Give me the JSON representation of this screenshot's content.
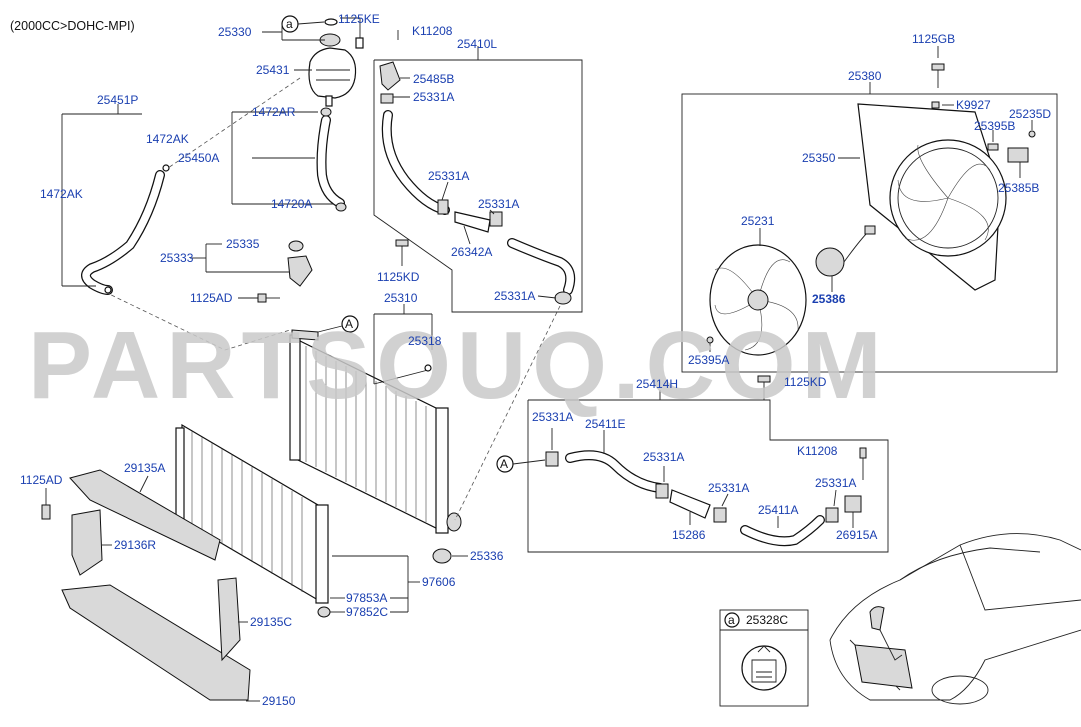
{
  "header": {
    "engine": "(2000CC>DOHC-MPI)"
  },
  "watermark": {
    "text": "PARTSOUQ.COM"
  },
  "ref_marks": {
    "a": "a",
    "A": "A"
  },
  "legend": {
    "circle": "a",
    "part": "25328C"
  },
  "labels": {
    "p25330": "25330",
    "p1125KE": "1125KE",
    "pK11208_top": "K11208",
    "p25410L": "25410L",
    "p25431": "25431",
    "p25485B": "25485B",
    "p25331A_1": "25331A",
    "p25451P": "25451P",
    "p1472AR": "1472AR",
    "p1472AK_1": "1472AK",
    "p25450A": "25450A",
    "p1472AK_2": "1472AK",
    "p14720A": "14720A",
    "p25331A_2": "25331A",
    "p25331A_3": "25331A",
    "p26342A": "26342A",
    "p25335": "25335",
    "p25333": "25333",
    "p1125KD_1": "1125KD",
    "p1125AD_1": "1125AD",
    "p25331A_4": "25331A",
    "p25310": "25310",
    "p25318": "25318",
    "p1125GB": "1125GB",
    "p25380": "25380",
    "pK9927": "K9927",
    "p25235D": "25235D",
    "p25395B": "25395B",
    "p25350": "25350",
    "p25385B": "25385B",
    "p25231": "25231",
    "p25386": "25386",
    "p25395A": "25395A",
    "p25414H": "25414H",
    "p1125KD_2": "1125KD",
    "p25331A_5": "25331A",
    "p25411E": "25411E",
    "p25331A_6": "25331A",
    "pK11208_bot": "K11208",
    "p25331A_7": "25331A",
    "p25331A_8": "25331A",
    "p15286": "15286",
    "p25411A": "25411A",
    "p26915A": "26915A",
    "p1125AD_2": "1125AD",
    "p29135A": "29135A",
    "p29136R": "29136R",
    "p25336": "25336",
    "p97853A": "97853A",
    "p97606": "97606",
    "p97852C": "97852C",
    "p29135C": "29135C",
    "p29150": "29150"
  }
}
